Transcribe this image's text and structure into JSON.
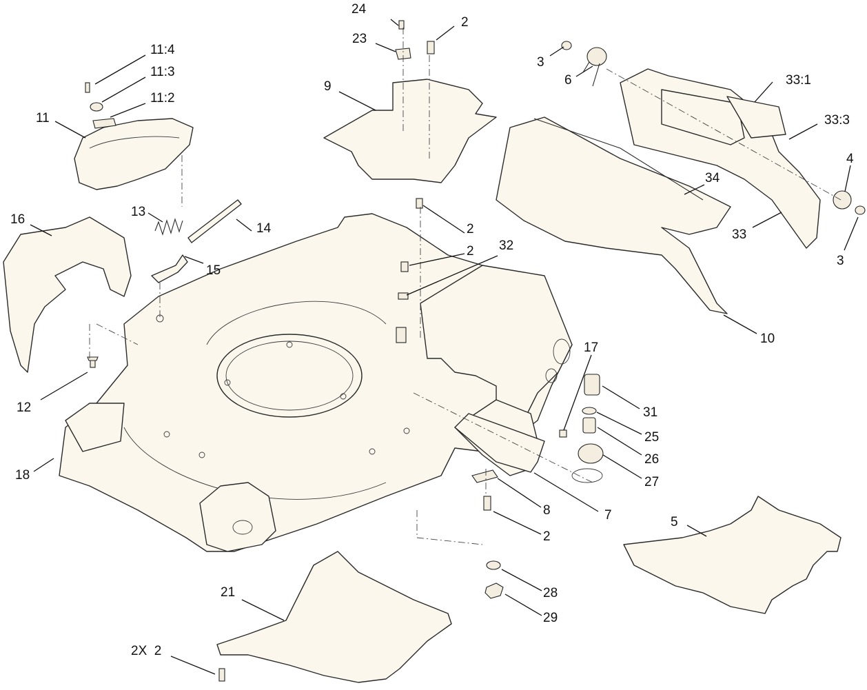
{
  "callouts": {
    "c24": "24",
    "c23": "23",
    "c2a": "2",
    "c9": "9",
    "c11_4": "11:4",
    "c11_3": "11:3",
    "c11_2": "11:2",
    "c11": "11",
    "c16": "16",
    "c13": "13",
    "c14": "14",
    "c15": "15",
    "c12": "12",
    "c18": "18",
    "c2b": "2",
    "c2c": "2",
    "c32": "32",
    "c3a": "3",
    "c6": "6",
    "c33_1": "33:1",
    "c33_3": "33:3",
    "c4": "4",
    "c34": "34",
    "c33": "33",
    "c3b": "3",
    "c10": "10",
    "c17": "17",
    "c31": "31",
    "c25": "25",
    "c26": "26",
    "c27": "27",
    "c8": "8",
    "c7": "7",
    "c2d": "2",
    "c5": "5",
    "c28": "28",
    "c29": "29",
    "c21": "21",
    "c2x2": "2X  2"
  }
}
